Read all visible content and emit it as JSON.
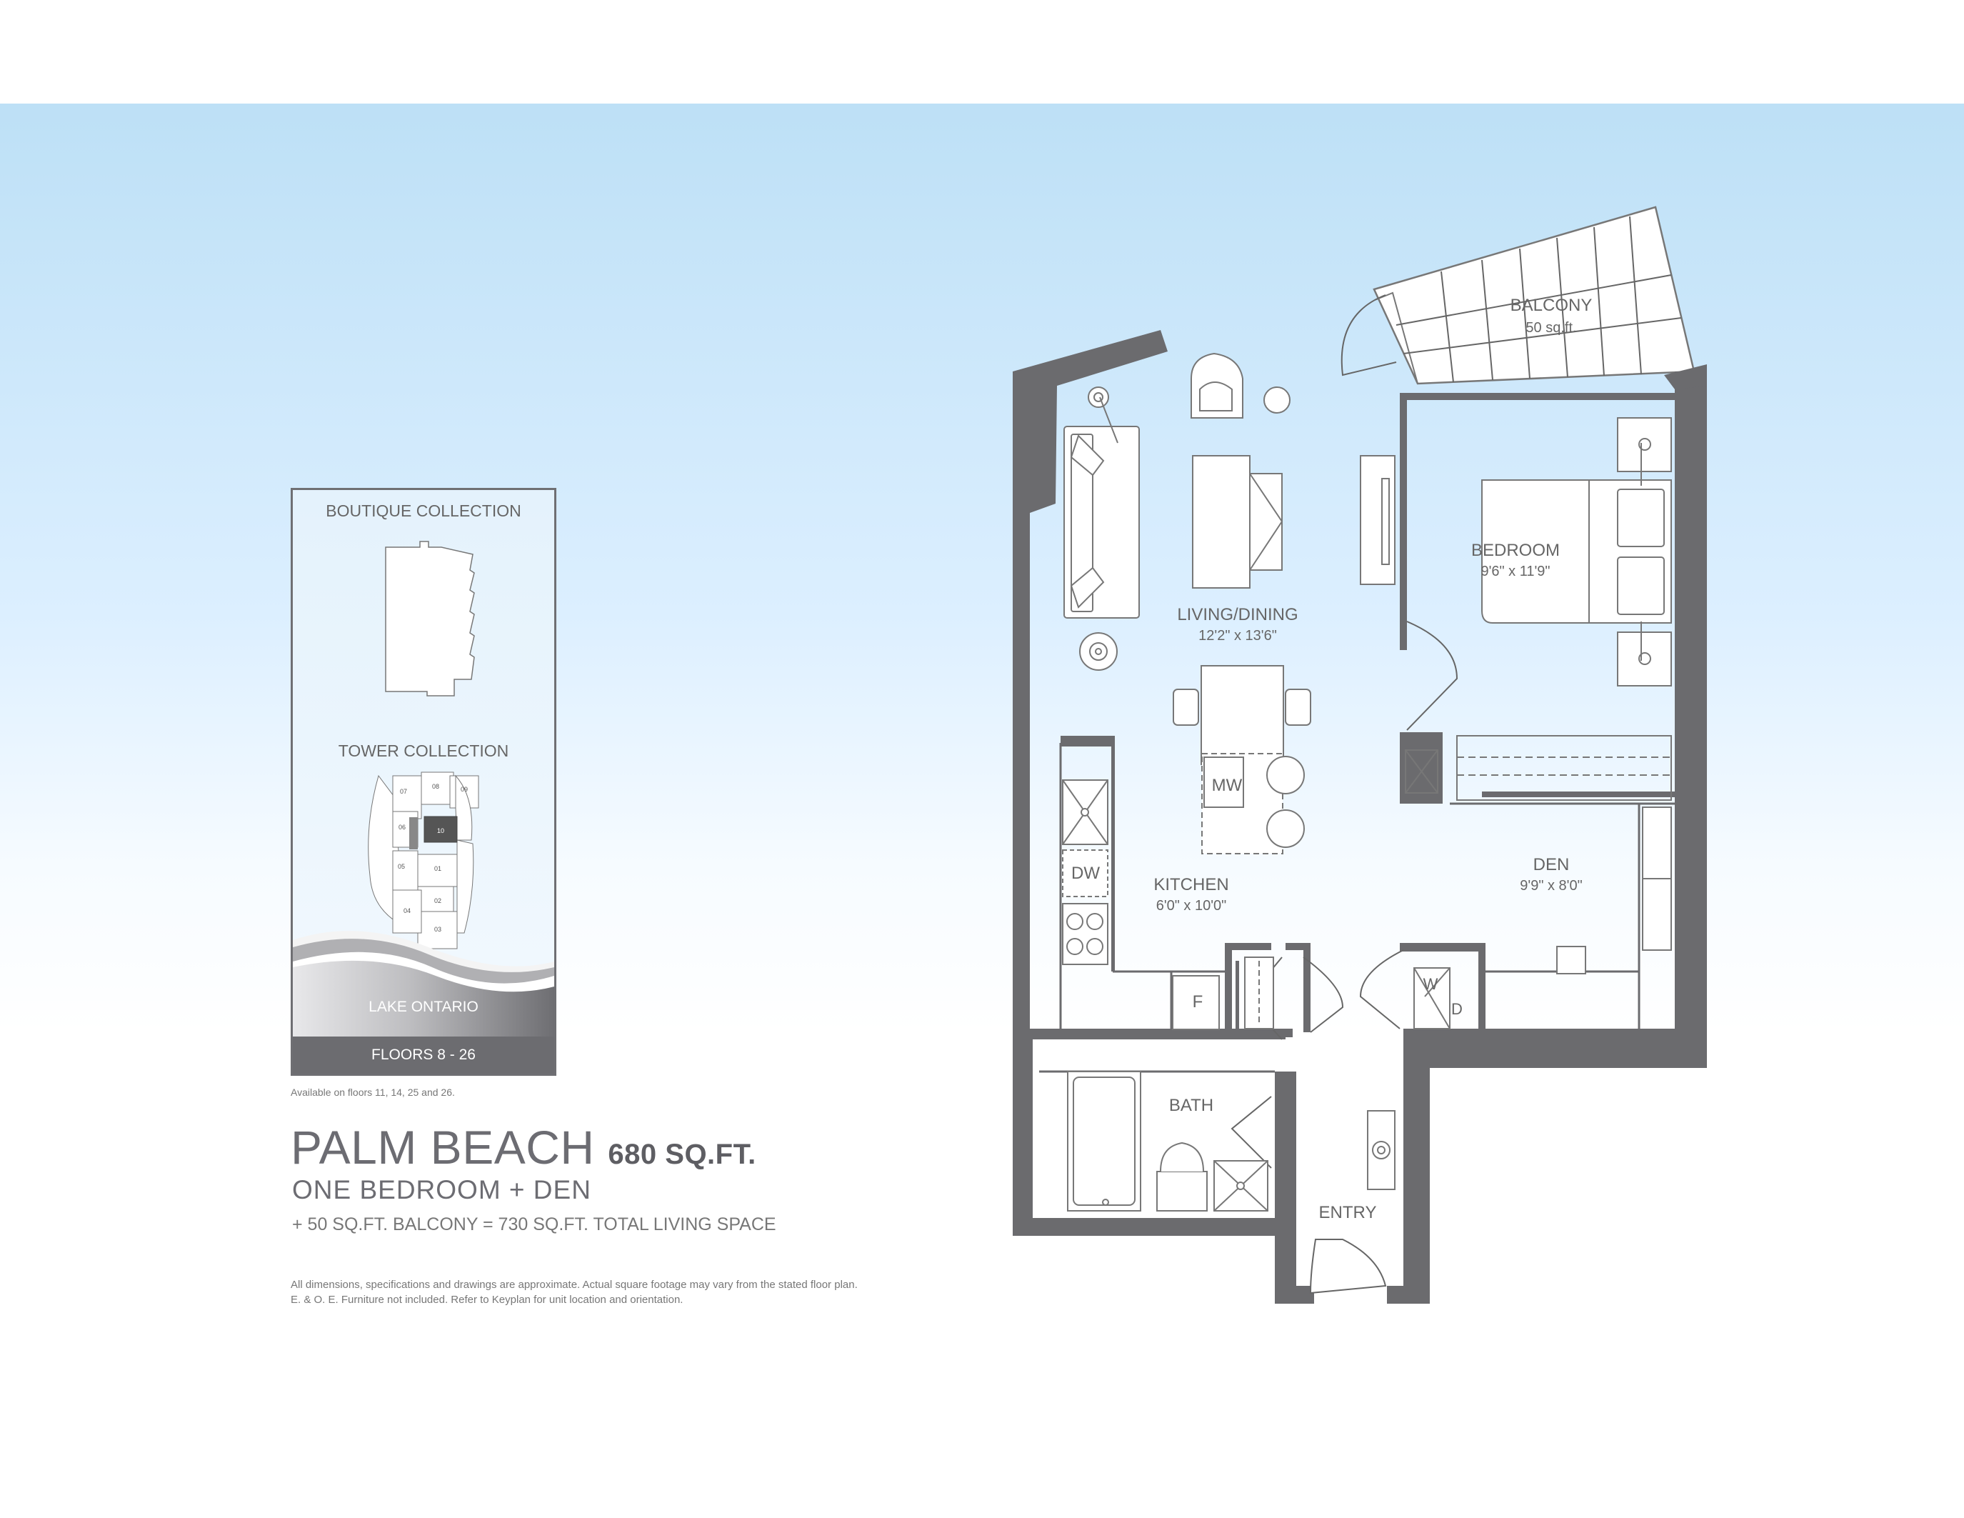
{
  "keyplan": {
    "boutique_label": "BOUTIQUE COLLECTION",
    "tower_label": "TOWER COLLECTION",
    "lake_label": "LAKE ONTARIO",
    "floors_label": "FLOORS 8 - 26",
    "unit_numbers": [
      "08",
      "07",
      "09",
      "06",
      "10",
      "05",
      "01",
      "02",
      "04",
      "03"
    ]
  },
  "availability_note": "Available on floors 11, 14, 25 and 26.",
  "suite": {
    "name": "PALM BEACH",
    "area": "680 SQ.FT.",
    "type": "ONE BEDROOM + DEN",
    "total_line": "+ 50 SQ.FT. BALCONY = 730 SQ.FT. TOTAL LIVING SPACE"
  },
  "disclaimer": {
    "line1": "All dimensions, specifications and drawings are approximate. Actual square footage may vary from the stated floor plan.",
    "line2": "E. & O. E. Furniture not included. Refer to Keyplan for unit location and orientation."
  },
  "plan": {
    "balcony": {
      "label": "BALCONY",
      "size": "50 sq.ft."
    },
    "bedroom": {
      "label": "BEDROOM",
      "size": "9'6\" x 11'9\""
    },
    "living": {
      "label": "LIVING/DINING",
      "size": "12'2\" x 13'6\""
    },
    "kitchen": {
      "label": "KITCHEN",
      "size": "6'0\" x 10'0\""
    },
    "den": {
      "label": "DEN",
      "size": "9'9\" x 8'0\""
    },
    "bath": {
      "label": "BATH"
    },
    "entry": {
      "label": "ENTRY"
    },
    "appliances": {
      "mw": "MW",
      "dw": "DW",
      "fridge": "F",
      "washer": "W",
      "dryer": "D"
    }
  }
}
